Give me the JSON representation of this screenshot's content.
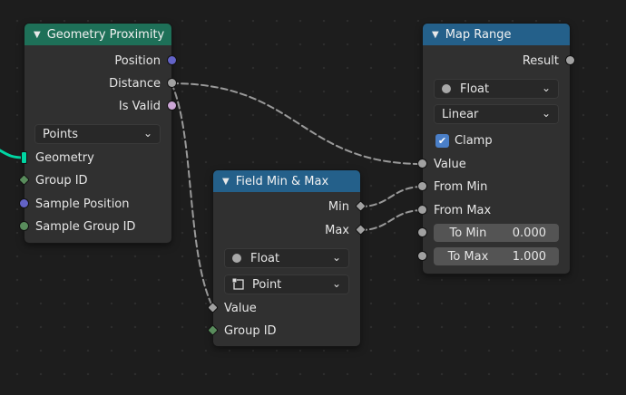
{
  "nodes": {
    "geometry_proximity": {
      "title": "Geometry Proximity",
      "outputs": [
        "Position",
        "Distance",
        "Is Valid"
      ],
      "target_element": "Points",
      "inputs": [
        "Geometry",
        "Group ID",
        "Sample Position",
        "Sample Group ID"
      ]
    },
    "field_min_max": {
      "title": "Field Min & Max",
      "outputs": [
        "Min",
        "Max"
      ],
      "data_type": "Float",
      "domain": "Point",
      "inputs": [
        "Value",
        "Group ID"
      ]
    },
    "map_range": {
      "title": "Map Range",
      "outputs": [
        "Result"
      ],
      "data_type": "Float",
      "interpolation": "Linear",
      "clamp_label": "Clamp",
      "clamp_checked": true,
      "inputs": [
        "Value",
        "From Min",
        "From Max"
      ],
      "to_min": {
        "label": "To Min",
        "value": "0.000"
      },
      "to_max": {
        "label": "To Max",
        "value": "1.000"
      }
    }
  },
  "colors": {
    "vector_socket": "#6363c7",
    "float_socket": "#a1a1a1",
    "bool_socket": "#cca6d6",
    "geometry_socket": "#00d6a3",
    "int_socket": "#598c5c",
    "green_header": "#1e7058",
    "blue_header": "#24608a"
  }
}
